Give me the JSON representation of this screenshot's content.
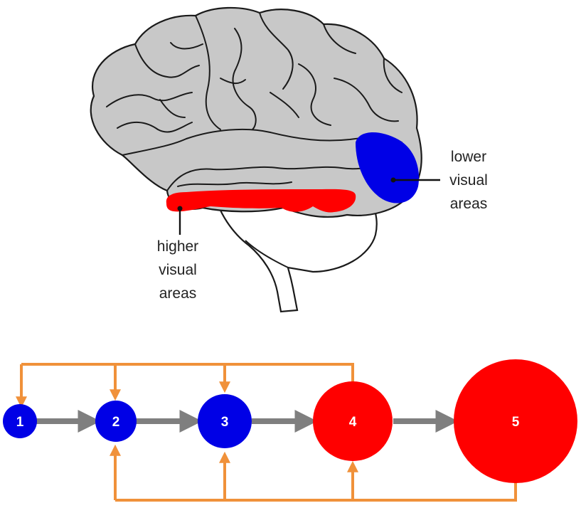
{
  "colors": {
    "brain_fill": "#c8c8c8",
    "outline": "#1a1a1a",
    "lower_area": "#0000e6",
    "higher_area": "#ff0000",
    "feedforward_arrow": "#7f7f7f",
    "feedback_arrow": "#f0913a",
    "node_text": "#ffffff"
  },
  "brain": {
    "labels": {
      "lower": [
        "lower",
        "visual",
        "areas"
      ],
      "higher": [
        "higher",
        "visual",
        "areas"
      ]
    }
  },
  "hierarchy": {
    "nodes": [
      {
        "label": "1",
        "group": "lower"
      },
      {
        "label": "2",
        "group": "lower"
      },
      {
        "label": "3",
        "group": "lower"
      },
      {
        "label": "4",
        "group": "higher"
      },
      {
        "label": "5",
        "group": "higher"
      }
    ],
    "feedforward": [
      [
        "1",
        "2"
      ],
      [
        "2",
        "3"
      ],
      [
        "3",
        "4"
      ],
      [
        "4",
        "5"
      ]
    ],
    "feedback_top_from": "4",
    "feedback_top_to": [
      "1",
      "2",
      "3"
    ],
    "feedback_bottom_from": "5",
    "feedback_bottom_to": [
      "2",
      "3",
      "4"
    ]
  }
}
